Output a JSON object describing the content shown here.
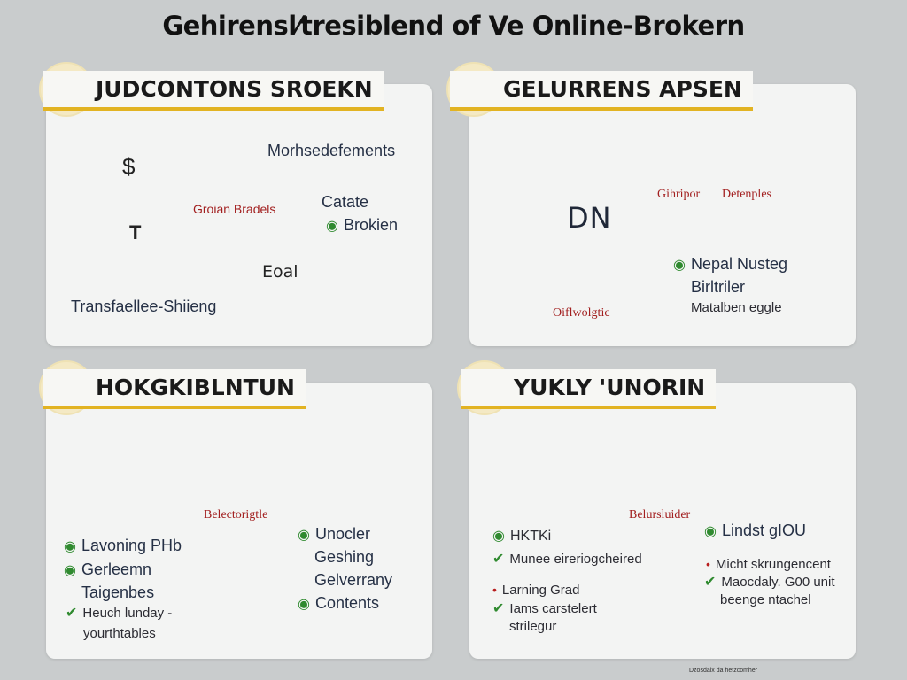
{
  "title": "Gehirensl⁄tresiblend of Ve Online-Brokern",
  "footnote": "Dzosdaix da hetzcomher",
  "panels": {
    "p1": {
      "heading": "JUDCONTONS SROEKN",
      "dollar": "$",
      "mid_label": "Groian Bradels",
      "label_top": "Morhsedefements",
      "label_right_1": "Catate",
      "label_right_2": "Brokien",
      "label_bottom": "Transfaellee-Shiieng",
      "badge_text": "Eoal",
      "t_icon": "T"
    },
    "p2": {
      "heading": "GELURRENS APSEN",
      "dn_text": "DN",
      "label_a": "Gihripor",
      "label_b": "Detenples",
      "label_c": "Oiflwolgtic",
      "item_1": "Nepal Nusteg",
      "item_2": "Birltriler",
      "item_3": "Matalben eggle"
    },
    "p3": {
      "heading": "HOKGKIBLNTUN",
      "mid_label": "Belectorigtle",
      "left_items": [
        "Lavoning PHb",
        "Gerleemn",
        "Taigenbes",
        "Heuch lunday -",
        "yourthtables"
      ],
      "right_items": [
        "Unocler",
        "Geshing",
        "Gelverrany",
        "Contents"
      ]
    },
    "p4": {
      "heading": "YUKLY 'UNORIN",
      "mid_label": "Belursluider",
      "left_items": [
        "HKTKi",
        "Munee eireriogcheired",
        "Larning Grad",
        "Iams carstelert",
        "strilegur"
      ],
      "right_items": [
        "Lindst gIOU",
        "Micht skrungencent",
        "Maocdaly. G00 unit",
        "beenge ntachel"
      ]
    }
  }
}
